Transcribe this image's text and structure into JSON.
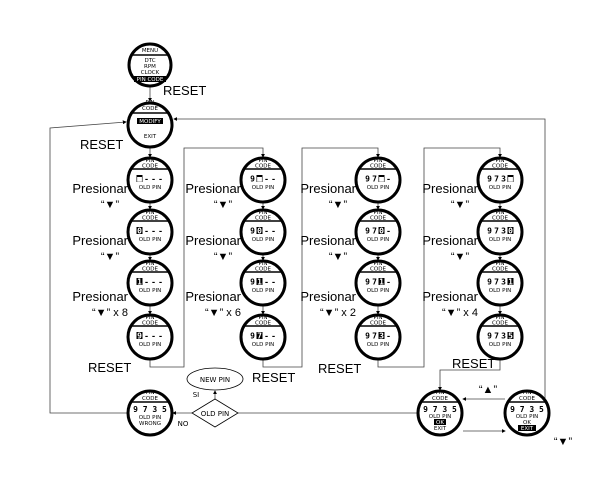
{
  "diagram": {
    "menu_screen": {
      "header": "MENU",
      "items": [
        "DTC",
        "RPM",
        "CLOCK",
        "PIN CODE"
      ],
      "selected": "PIN CODE"
    },
    "pin_code_screen": {
      "header_line1": "PIN",
      "header_line2": "CODE",
      "items": [
        "MODIFY",
        "EXIT"
      ],
      "selected": "MODIFY"
    },
    "entry_header_line1": "PIN",
    "entry_header_line2": "CODE",
    "entry_footer": "OLD PIN",
    "columns": [
      {
        "screens": [
          {
            "digits": [
              "■",
              "-",
              "-",
              "-"
            ],
            "cursor": 0
          },
          {
            "digits": [
              "0",
              "-",
              "-",
              "-"
            ],
            "cursor": 0
          },
          {
            "digits": [
              "1",
              "-",
              "-",
              "-"
            ],
            "cursor": 0
          },
          {
            "digits": [
              "9",
              "-",
              "-",
              "-"
            ],
            "cursor": 0
          }
        ],
        "presses": [
          "Presionar",
          "“▼”",
          "Presionar",
          "“▼”",
          "Presionar",
          "“▼” x 8"
        ],
        "reset": "RESET"
      },
      {
        "screens": [
          {
            "digits": [
              "9",
              "■",
              "-",
              "-"
            ],
            "cursor": 1
          },
          {
            "digits": [
              "9",
              "0",
              "-",
              "-"
            ],
            "cursor": 1
          },
          {
            "digits": [
              "9",
              "1",
              "-",
              "-"
            ],
            "cursor": 1
          },
          {
            "digits": [
              "9",
              "7",
              "-",
              "-"
            ],
            "cursor": 1
          }
        ],
        "presses": [
          "Presionar",
          "“▼”",
          "Presionar",
          "“▼”",
          "Presionar",
          "“▼” x 6"
        ],
        "reset": "RESET"
      },
      {
        "screens": [
          {
            "digits": [
              "9",
              "7",
              "■",
              "-"
            ],
            "cursor": 2
          },
          {
            "digits": [
              "9",
              "7",
              "0",
              "-"
            ],
            "cursor": 2
          },
          {
            "digits": [
              "9",
              "7",
              "1",
              "-"
            ],
            "cursor": 2
          },
          {
            "digits": [
              "9",
              "7",
              "3",
              "-"
            ],
            "cursor": 2
          }
        ],
        "presses": [
          "Presionar",
          "“▼”",
          "Presionar",
          "“▼”",
          "Presionar",
          "“▼” x 2"
        ],
        "reset": "RESET"
      },
      {
        "screens": [
          {
            "digits": [
              "9",
              "7",
              "3",
              "■"
            ],
            "cursor": 3
          },
          {
            "digits": [
              "9",
              "7",
              "3",
              "0"
            ],
            "cursor": 3
          },
          {
            "digits": [
              "9",
              "7",
              "3",
              "1"
            ],
            "cursor": 3
          },
          {
            "digits": [
              "9",
              "7",
              "3",
              "5"
            ],
            "cursor": 3
          }
        ],
        "presses": [
          "Presionar",
          "“▼”",
          "Presionar",
          "“▼”",
          "Presionar",
          "“▼” x 4"
        ],
        "reset": "RESET"
      }
    ],
    "reset_labels": {
      "menu": "RESET",
      "modify": "RESET"
    },
    "wrong_screen": {
      "code": "9 7 3 5",
      "line1": "OLD PIN",
      "line2": "WRONG"
    },
    "ok_screen_a": {
      "code": "9 7 3 5",
      "line1": "OLD PIN",
      "ok": "OK",
      "exit": "EXIT",
      "selected": "OK"
    },
    "ok_screen_b": {
      "code": "9 7 3 5",
      "line1": "OLD PIN",
      "ok": "OK",
      "exit": "EXIT",
      "selected": "EXIT"
    },
    "decision": {
      "label": "OLD PIN",
      "yes": "SI",
      "no": "NO"
    },
    "new_pin": "NEW PIN",
    "up_key": "“▲”",
    "down_key": "“▼”"
  }
}
